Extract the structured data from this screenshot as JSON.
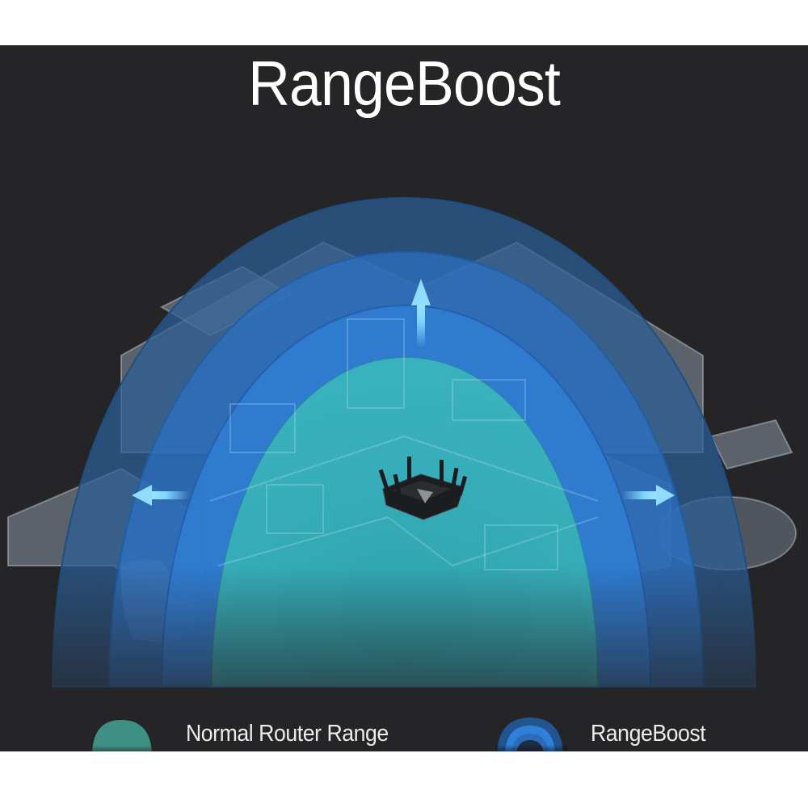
{
  "title": "RangeBoost",
  "legend": [
    {
      "label": "Normal Router Range",
      "icon": "teal-dome-icon",
      "color": "#3e9082"
    },
    {
      "label": "RangeBoost",
      "icon": "blue-concentric-dome-icon",
      "color": "#2f7fd0"
    }
  ],
  "colors": {
    "background": "#252528",
    "normal_range": "#3fb6b6",
    "rangeboost_ring_1": "#2e7fd6",
    "rangeboost_ring_2": "#2a6cb8",
    "rangeboost_ring_3": "#2a5a90",
    "arrow": "#7fd6ff"
  },
  "arrows": [
    "up",
    "left",
    "right"
  ],
  "illustration": {
    "subject": "House cutaway with router at center",
    "device": "tri-band router with six antennas"
  }
}
